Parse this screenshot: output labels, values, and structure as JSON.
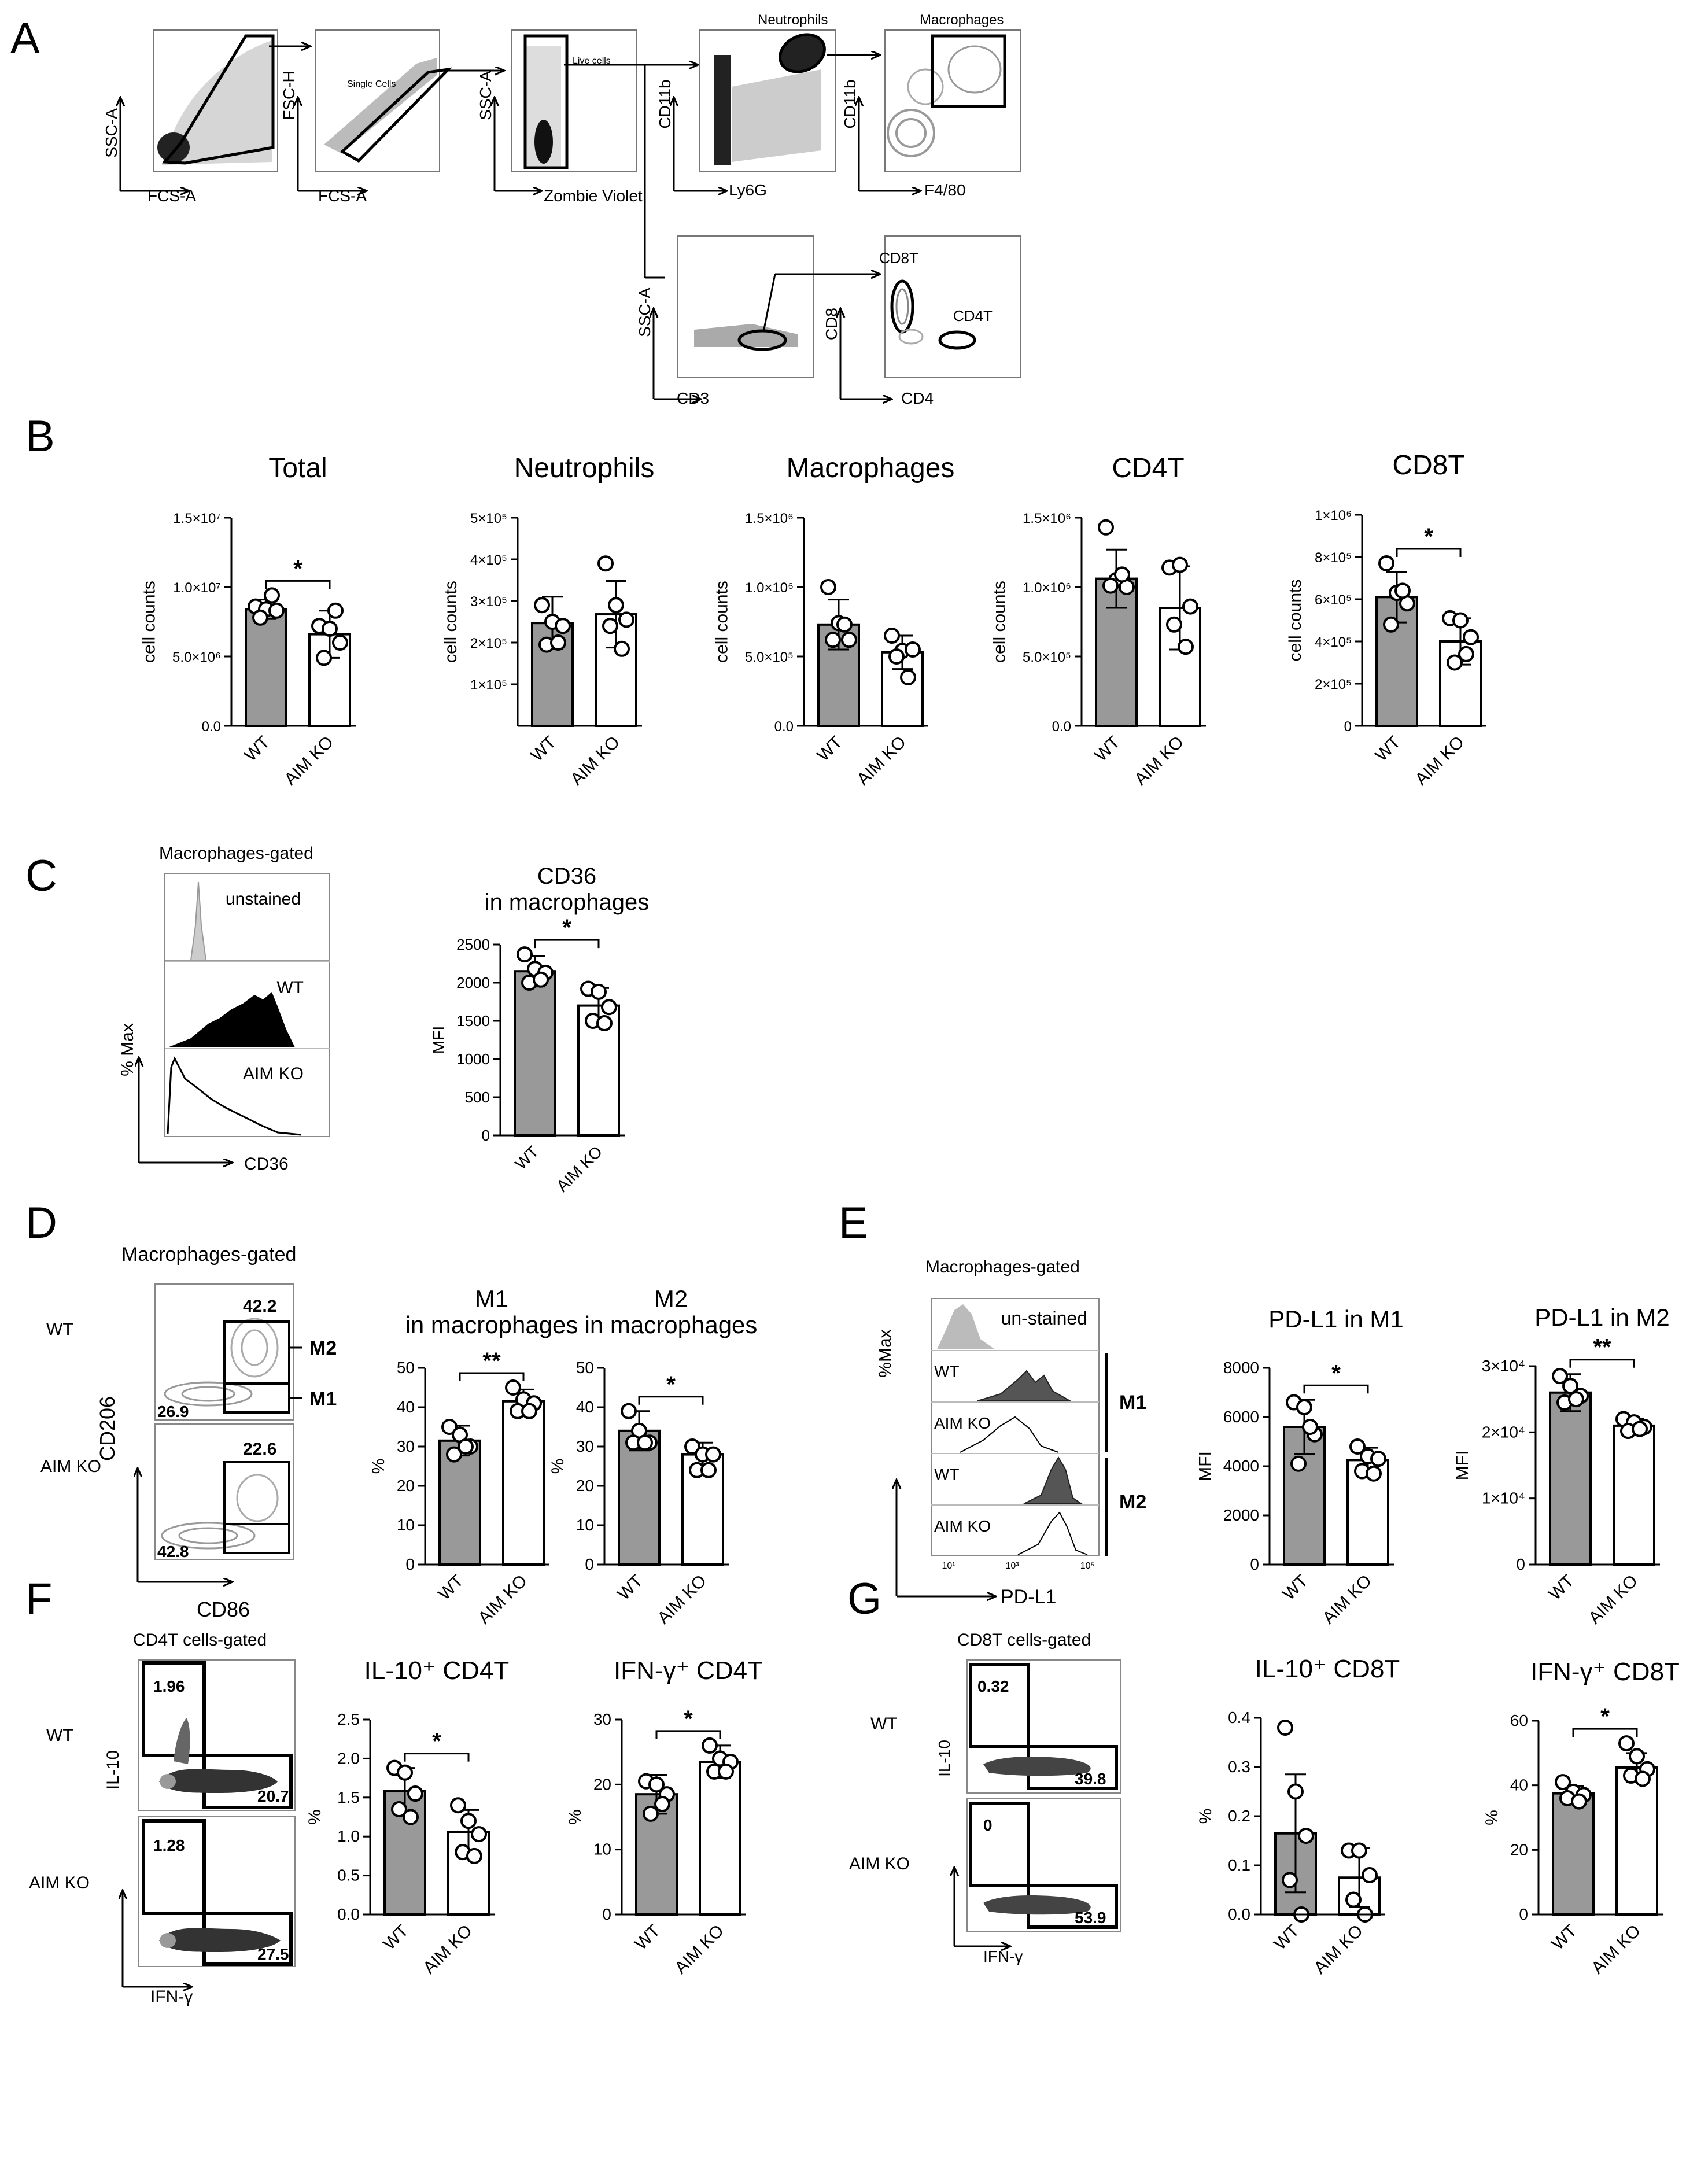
{
  "panels": {
    "a": "A",
    "b": "B",
    "c": "C",
    "d": "D",
    "e": "E",
    "f": "F",
    "g": "G"
  },
  "panel_a": {
    "plots": [
      {
        "y": "SSC-A",
        "x": "FCS-A",
        "gate": ""
      },
      {
        "y": "FSC-H",
        "x": "FCS-A",
        "gate": "Single Cells"
      },
      {
        "y": "SSC-A",
        "x": "Zombie Violet",
        "gate": "Live cells"
      },
      {
        "y": "CD11b",
        "x": "Ly6G",
        "gate": "Neutrophils"
      },
      {
        "y": "CD11b",
        "x": "F4/80",
        "gate": "Macrophages"
      },
      {
        "y": "SSC-A",
        "x": "CD3",
        "gate": ""
      },
      {
        "y": "CD8",
        "x": "CD4",
        "gate": "CD8T",
        "gate2": "CD4T"
      }
    ]
  },
  "panel_c": {
    "header": "Macrophages-gated",
    "tracks": [
      "unstained",
      "WT",
      "AIM KO"
    ],
    "ylabel": "% Max",
    "xlabel": "CD36"
  },
  "panel_d": {
    "header": "Macrophages-gated",
    "rows": [
      "WT",
      "AIM KO"
    ],
    "q_wt": [
      "42.2",
      "26.9"
    ],
    "q_ko": [
      "22.6",
      "42.8"
    ],
    "gate_labels": [
      "M2",
      "M1"
    ],
    "ylabel": "CD206",
    "xlabel": "CD86"
  },
  "panel_e": {
    "header": "Macrophages-gated",
    "tracks": [
      "un-stained",
      "WT",
      "AIM KO",
      "WT",
      "AIM KO"
    ],
    "groups": [
      "M1",
      "M2"
    ],
    "ylabel": "%Max",
    "xlabel": "PD-L1",
    "ticks": [
      "10¹",
      "10³",
      "10⁵"
    ]
  },
  "panel_f": {
    "header": "CD4T cells-gated",
    "rows": [
      "WT",
      "AIM KO"
    ],
    "q_wt": [
      "1.96",
      "20.7"
    ],
    "q_ko": [
      "1.28",
      "27.5"
    ],
    "ylabel": "IL-10",
    "xlabel": "IFN-γ"
  },
  "panel_g": {
    "header": "CD8T cells-gated",
    "rows": [
      "WT",
      "AIM KO"
    ],
    "q_wt": [
      "0.32",
      "39.8"
    ],
    "q_ko": [
      "0",
      "53.9"
    ],
    "ylabel": "IL-10",
    "xlabel": "IFN-γ"
  },
  "chart_data": [
    {
      "id": "b1",
      "type": "bar",
      "title": "Total",
      "ylabel": "cell counts",
      "categories": [
        "WT",
        "AIM KO"
      ],
      "values": [
        8400000,
        6600000
      ],
      "err": [
        700000,
        1700000
      ],
      "points": [
        [
          8600000,
          8400000,
          8300000,
          7800000,
          9400000
        ],
        [
          7200000,
          7000000,
          6000000,
          4900000,
          8300000
        ]
      ],
      "ylim": [
        0,
        15000000
      ],
      "yticks": [
        0,
        5000000,
        10000000,
        15000000
      ],
      "ytick_labels": [
        "0.0",
        "5.0×10⁶",
        "1.0×10⁷",
        "1.5×10⁷"
      ],
      "sig": "*"
    },
    {
      "id": "b2",
      "type": "bar",
      "title": "Neutrophils",
      "ylabel": "cell counts",
      "categories": [
        "WT",
        "AIM KO"
      ],
      "values": [
        247000,
        268000
      ],
      "err": [
        63000,
        80000
      ],
      "points": [
        [
          290000,
          250000,
          240000,
          195000,
          200000
        ],
        [
          390000,
          290000,
          255000,
          240000,
          185000
        ]
      ],
      "ylim": [
        0,
        500000
      ],
      "yticks": [
        100000,
        200000,
        300000,
        400000,
        500000
      ],
      "ytick_labels": [
        "1×10⁵",
        "2×10⁵",
        "3×10⁵",
        "4×10⁵",
        "5×10⁵"
      ],
      "sig": ""
    },
    {
      "id": "b3",
      "type": "bar",
      "title": "Macrophages",
      "ylabel": "cell counts",
      "categories": [
        "WT",
        "AIM KO"
      ],
      "values": [
        730000,
        530000
      ],
      "err": [
        180000,
        120000
      ],
      "points": [
        [
          1000000,
          740000,
          620000,
          620000,
          730000
        ],
        [
          650000,
          540000,
          550000,
          500000,
          350000
        ]
      ],
      "ylim": [
        0,
        1500000
      ],
      "yticks": [
        0,
        500000,
        1000000,
        1500000
      ],
      "ytick_labels": [
        "0.0",
        "5.0×10⁵",
        "1.0×10⁶",
        "1.5×10⁶"
      ],
      "sig": ""
    },
    {
      "id": "b4",
      "type": "bar",
      "title": "CD4T",
      "ylabel": "cell counts",
      "categories": [
        "WT",
        "AIM KO"
      ],
      "values": [
        1060000,
        850000
      ],
      "err": [
        210000,
        300000
      ],
      "points": [
        [
          1430000,
          1050000,
          1000000,
          1010000,
          1090000
        ],
        [
          1140000,
          1160000,
          860000,
          730000,
          570000
        ]
      ],
      "ylim": [
        0,
        1500000
      ],
      "yticks": [
        0,
        500000,
        1000000,
        1500000
      ],
      "ytick_labels": [
        "0.0",
        "5.0×10⁵",
        "1.0×10⁶",
        "1.5×10⁶"
      ],
      "sig": ""
    },
    {
      "id": "b5",
      "type": "bar",
      "title": "CD8T",
      "ylabel": "cell counts",
      "categories": [
        "WT",
        "AIM KO"
      ],
      "values": [
        610000,
        400000
      ],
      "err": [
        120000,
        110000
      ],
      "points": [
        [
          770000,
          630000,
          580000,
          480000,
          640000
        ],
        [
          510000,
          500000,
          420000,
          300000,
          340000
        ]
      ],
      "ylim": [
        0,
        1000000
      ],
      "yticks": [
        0,
        200000,
        400000,
        600000,
        800000,
        1000000
      ],
      "ytick_labels": [
        "0",
        "2×10⁵",
        "4×10⁵",
        "6×10⁵",
        "8×10⁵",
        "1×10⁶"
      ],
      "sig": "*"
    },
    {
      "id": "c1",
      "type": "bar",
      "title": "CD36",
      "title2": "in macrophages",
      "ylabel": "MFI",
      "categories": [
        "WT",
        "AIM KO"
      ],
      "values": [
        2150,
        1700
      ],
      "err": [
        200,
        230
      ],
      "points": [
        [
          2370,
          2180,
          2130,
          2000,
          2040
        ],
        [
          1920,
          1880,
          1680,
          1500,
          1470
        ]
      ],
      "ylim": [
        0,
        2500
      ],
      "yticks": [
        0,
        500,
        1000,
        1500,
        2000,
        2500
      ],
      "ytick_labels": [
        "0",
        "500",
        "1000",
        "1500",
        "2000",
        "2500"
      ],
      "sig": "*"
    },
    {
      "id": "d1",
      "type": "bar",
      "title": "M1",
      "title2": "in macrophages",
      "ylabel": "%",
      "categories": [
        "WT",
        "AIM KO"
      ],
      "values": [
        31.5,
        41.5
      ],
      "err": [
        3.8,
        3.0
      ],
      "points": [
        [
          35,
          33,
          30,
          28,
          30
        ],
        [
          45,
          42,
          41,
          39,
          39
        ]
      ],
      "ylim": [
        0,
        50
      ],
      "yticks": [
        0,
        10,
        20,
        30,
        40,
        50
      ],
      "ytick_labels": [
        "0",
        "10",
        "20",
        "30",
        "40",
        "50"
      ],
      "sig": "**"
    },
    {
      "id": "d2",
      "type": "bar",
      "title": "M2",
      "title2": "in macrophages",
      "ylabel": "%",
      "categories": [
        "WT",
        "AIM KO"
      ],
      "values": [
        34,
        28
      ],
      "err": [
        5,
        3
      ],
      "points": [
        [
          39,
          34,
          31,
          31,
          31
        ],
        [
          30,
          28,
          28,
          24,
          24
        ]
      ],
      "ylim": [
        0,
        50
      ],
      "yticks": [
        0,
        10,
        20,
        30,
        40,
        50
      ],
      "ytick_labels": [
        "0",
        "10",
        "20",
        "30",
        "40",
        "50"
      ],
      "sig": "*"
    },
    {
      "id": "e1",
      "type": "bar",
      "title": "PD-L1 in M1",
      "ylabel": "MFI",
      "categories": [
        "WT",
        "AIM KO"
      ],
      "values": [
        5600,
        4250
      ],
      "err": [
        1100,
        500
      ],
      "points": [
        [
          6600,
          6400,
          5300,
          4100,
          5600
        ],
        [
          4800,
          4400,
          4300,
          3800,
          3700
        ]
      ],
      "ylim": [
        0,
        8000
      ],
      "yticks": [
        0,
        2000,
        4000,
        6000,
        8000
      ],
      "ytick_labels": [
        "0",
        "2000",
        "4000",
        "6000",
        "8000"
      ],
      "sig": "*"
    },
    {
      "id": "e2",
      "type": "bar",
      "title": "PD-L1 in M2",
      "ylabel": "MFI",
      "categories": [
        "WT",
        "AIM KO"
      ],
      "values": [
        26000,
        21000
      ],
      "err": [
        2800,
        1000
      ],
      "points": [
        [
          28500,
          27000,
          25500,
          24500,
          25000
        ],
        [
          22000,
          21500,
          20800,
          20200,
          20500
        ]
      ],
      "ylim": [
        0,
        30000
      ],
      "yticks": [
        0,
        10000,
        20000,
        30000
      ],
      "ytick_labels": [
        "0",
        "1×10⁴",
        "2×10⁴",
        "3×10⁴"
      ],
      "sig": "**"
    },
    {
      "id": "f1",
      "type": "bar",
      "title": "IL-10⁺ CD4T",
      "ylabel": "%",
      "categories": [
        "WT",
        "AIM KO"
      ],
      "values": [
        1.58,
        1.06
      ],
      "err": [
        0.3,
        0.28
      ],
      "points": [
        [
          1.88,
          1.82,
          1.55,
          1.35,
          1.25
        ],
        [
          1.4,
          1.2,
          1.03,
          0.8,
          0.75
        ]
      ],
      "ylim": [
        0,
        2.5
      ],
      "yticks": [
        0,
        0.5,
        1,
        1.5,
        2,
        2.5
      ],
      "ytick_labels": [
        "0.0",
        "0.5",
        "1.0",
        "1.5",
        "2.0",
        "2.5"
      ],
      "sig": "*"
    },
    {
      "id": "f2",
      "type": "bar",
      "title": "IFN-γ⁺ CD4T",
      "ylabel": "%",
      "categories": [
        "WT",
        "AIM KO"
      ],
      "values": [
        18.5,
        23.5
      ],
      "err": [
        3,
        2.5
      ],
      "points": [
        [
          20.5,
          20,
          18.5,
          15.5,
          17
        ],
        [
          26,
          24,
          23.5,
          22,
          22
        ]
      ],
      "ylim": [
        0,
        30
      ],
      "yticks": [
        0,
        10,
        20,
        30
      ],
      "ytick_labels": [
        "0",
        "10",
        "20",
        "30"
      ],
      "sig": "*"
    },
    {
      "id": "g1",
      "type": "bar",
      "title": "IL-10⁺ CD8T",
      "ylabel": "%",
      "categories": [
        "WT",
        "AIM KO"
      ],
      "values": [
        0.165,
        0.075
      ],
      "err": [
        0.12,
        0.06
      ],
      "points": [
        [
          0.38,
          0.25,
          0.16,
          0.07,
          0.0
        ],
        [
          0.13,
          0.13,
          0.08,
          0.03,
          0.0
        ]
      ],
      "ylim": [
        0,
        0.4
      ],
      "yticks": [
        0,
        0.1,
        0.2,
        0.3,
        0.4
      ],
      "ytick_labels": [
        "0.0",
        "0.1",
        "0.2",
        "0.3",
        "0.4"
      ],
      "sig": ""
    },
    {
      "id": "g2",
      "type": "bar",
      "title": "IFN-γ⁺ CD8T",
      "ylabel": "%",
      "categories": [
        "WT",
        "AIM KO"
      ],
      "values": [
        37.5,
        45.5
      ],
      "err": [
        2.2,
        4.5
      ],
      "points": [
        [
          41,
          38,
          37,
          36,
          35
        ],
        [
          53,
          49,
          45,
          43,
          42
        ]
      ],
      "ylim": [
        0,
        60
      ],
      "yticks": [
        0,
        20,
        40,
        60
      ],
      "ytick_labels": [
        "0",
        "20",
        "40",
        "60"
      ],
      "sig": "*"
    }
  ]
}
